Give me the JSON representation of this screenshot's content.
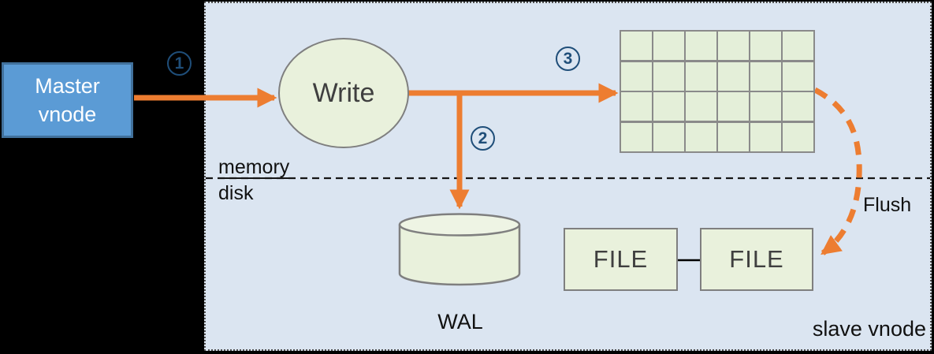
{
  "nodes": {
    "master": {
      "lines": [
        "Master",
        "vnode"
      ]
    },
    "write": {
      "label": "Write"
    },
    "wal": {
      "label": "WAL"
    },
    "files": [
      {
        "label": "FILE"
      },
      {
        "label": "FILE"
      }
    ]
  },
  "steps": [
    {
      "num": "1"
    },
    {
      "num": "2"
    },
    {
      "num": "3"
    }
  ],
  "labels": {
    "memory": "memory",
    "disk": "disk",
    "flush": "Flush",
    "slave_vnode": "slave vnode"
  },
  "grid": {
    "rows": 4,
    "cols": 6
  },
  "colors": {
    "orange": "#ed7d31",
    "node_fill": "#e9f1dc",
    "node_border": "#7f7f7f",
    "panel_fill": "#dbe5f1",
    "master_fill": "#5b9bd5",
    "master_border": "#41719c",
    "step_blue": "#1f4e79",
    "background": "#000000"
  }
}
